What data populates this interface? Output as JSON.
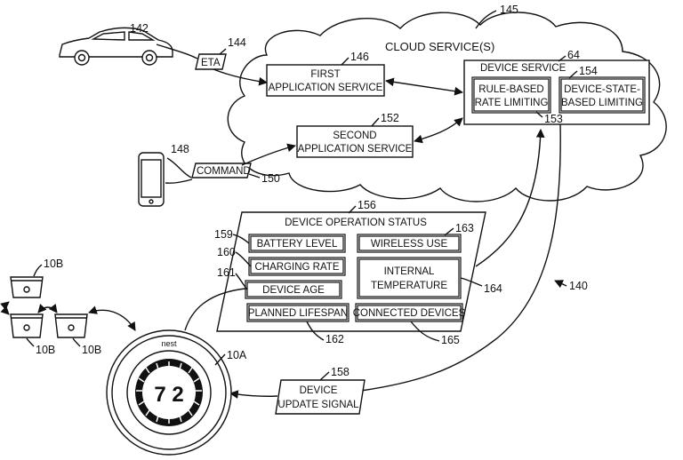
{
  "refs": {
    "car": "142",
    "eta_ref": "144",
    "cloud": "145",
    "first_app": "146",
    "device_service": "64",
    "rule_ref": "153",
    "device_state_ref": "154",
    "second_app": "152",
    "phone": "148",
    "command_ref": "150",
    "status_panel": "156",
    "wireless": "163",
    "battery": "159",
    "charging": "160",
    "age": "161",
    "internal_temp": "164",
    "signal_arrow": "140",
    "lifespan": "162",
    "connected": "165",
    "update_signal": "158",
    "thermostat": "10A",
    "sensor_top": "10B",
    "sensor_bottom_left": "10B",
    "sensor_bottom_right": "10B"
  },
  "labels": {
    "eta": "ETA",
    "command": "COMMAND",
    "cloud_title": "CLOUD SERVICE(S)",
    "first_app_l1": "FIRST",
    "first_app_l2": "APPLICATION SERVICE",
    "second_app_l1": "SECOND",
    "second_app_l2": "APPLICATION SERVICE",
    "device_service": "DEVICE SERVICE",
    "rule_l1": "RULE-BASED",
    "rule_l2": "RATE LIMITING",
    "state_l1": "DEVICE-STATE-",
    "state_l2": "BASED LIMITING",
    "status_title": "DEVICE OPERATION STATUS",
    "battery": "BATTERY LEVEL",
    "charging": "CHARGING RATE",
    "age": "DEVICE AGE",
    "lifespan": "PLANNED LIFESPAN",
    "wireless": "WIRELESS USE",
    "internal_l1": "INTERNAL",
    "internal_l2": "TEMPERATURE",
    "connected": "CONNECTED DEVICES",
    "update_l1": "DEVICE",
    "update_l2": "UPDATE SIGNAL",
    "brand": "nest",
    "temperature": "7 2"
  }
}
